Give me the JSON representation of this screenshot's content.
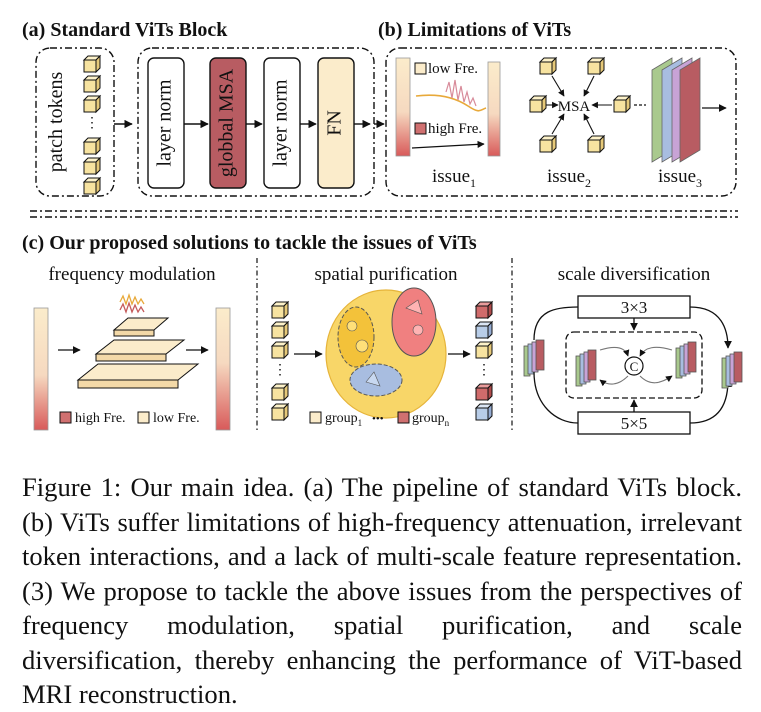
{
  "panels": {
    "a": {
      "title": "(a) Standard ViTs Block",
      "patch_tokens": "patch tokens",
      "layer_norm_1": "layer norm",
      "msa": "globbal MSA",
      "layer_norm_2": "layer norm",
      "fn": "FN"
    },
    "b": {
      "title": "(b) Limitations of ViTs",
      "low_freq": "low Fre.",
      "high_freq": "high Fre.",
      "msa": "MSA",
      "issue": "issue",
      "issue1_sub": "1",
      "issue2_sub": "2",
      "issue3_sub": "3"
    },
    "c": {
      "title": "(c) Our proposed solutions to tackle the issues of ViTs",
      "frequency": {
        "label": "frequency modulation",
        "high_freq": "high Fre.",
        "low_freq": "low Fre."
      },
      "spatial": {
        "label": "spatial purification",
        "group": "group",
        "sub1": "1",
        "subn": "n",
        "ellipsis": "•••"
      },
      "scale": {
        "label": "scale diversification",
        "kernel_small": "3×3",
        "kernel_large": "5×5",
        "concat": "C"
      }
    }
  },
  "caption": "Figure 1: Our main idea. (a) The pipeline of standard ViTs block. (b) ViTs suffer limitations of high-frequency attenuation, irrelevant token interactions, and a lack of multi-scale feature representation. (3) We propose to tackle the above issues from the perspectives of frequency modulation, spatial purification, and scale diversification, thereby enhancing the performance of ViT-based MRI reconstruction.",
  "colors": {
    "cube": "#f7e3a0",
    "msa_block": "#b85c62",
    "fn_block": "#fbeccb",
    "high_freq": "#d07070",
    "low_freq": "#fbeccb",
    "ellipse_fill": "#f8d668",
    "group_red": "#f08080",
    "group_blue": "#a8bde0",
    "cube_blue": "#b8cde8",
    "cube_red": "#d06b6b"
  }
}
